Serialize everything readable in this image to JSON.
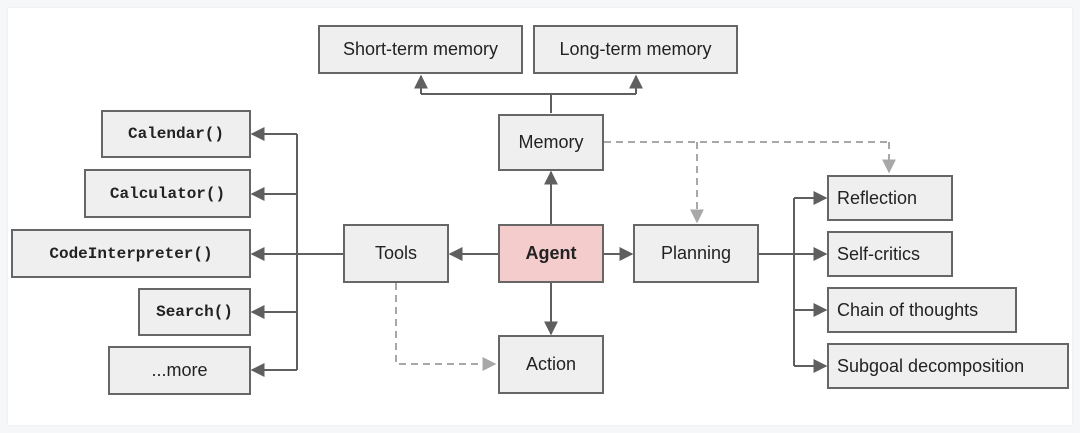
{
  "diagram": {
    "center": "Agent",
    "memory": {
      "label": "Memory",
      "children": [
        "Short-term memory",
        "Long-term memory"
      ]
    },
    "tools": {
      "label": "Tools",
      "children": [
        "Calendar()",
        "Calculator()",
        "CodeInterpreter()",
        "Search()",
        "...more"
      ]
    },
    "planning": {
      "label": "Planning",
      "children": [
        "Reflection",
        "Self-critics",
        "Chain of thoughts",
        "Subgoal decomposition"
      ]
    },
    "action": {
      "label": "Action"
    }
  },
  "colors": {
    "node_fill": "#efefef",
    "node_border": "#666666",
    "agent_fill": "#f4cccc",
    "solid_edge": "#5f5f5f",
    "dashed_edge": "#a8a8a8"
  }
}
